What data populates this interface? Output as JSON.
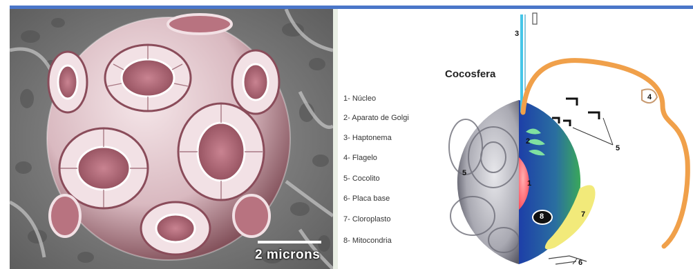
{
  "photo": {
    "scale_label": "2 microns",
    "colors": {
      "plate": "#a8606e",
      "rim": "#f3e3e6",
      "background": "#7d7d7d"
    }
  },
  "diagram": {
    "title": "Cocosfera",
    "legend": [
      "1- Núcleo",
      "2- Aparato de Golgi",
      "3- Haptonema",
      "4- Flagelo",
      "5- Cocolito",
      "6- Placa base",
      "7- Cloroplasto",
      "8- Mitocondria"
    ],
    "labels": {
      "nucleus": "1",
      "golgi": "2",
      "haptonema": "3",
      "flagellum": "4",
      "coccolith_right": "5",
      "coccolith_left": "5",
      "base_plate": "6",
      "chloroplast": "7",
      "mitochondrion": "8"
    },
    "colors": {
      "cell_blue": "#1d3fa8",
      "cell_green": "#3aa85a",
      "nucleus": "#ff6a6a",
      "chloroplast": "#f2ea7a",
      "flagellum": "#f0a04a",
      "haptonema": "#45c6e8",
      "golgi": "#7fe0a0"
    }
  }
}
